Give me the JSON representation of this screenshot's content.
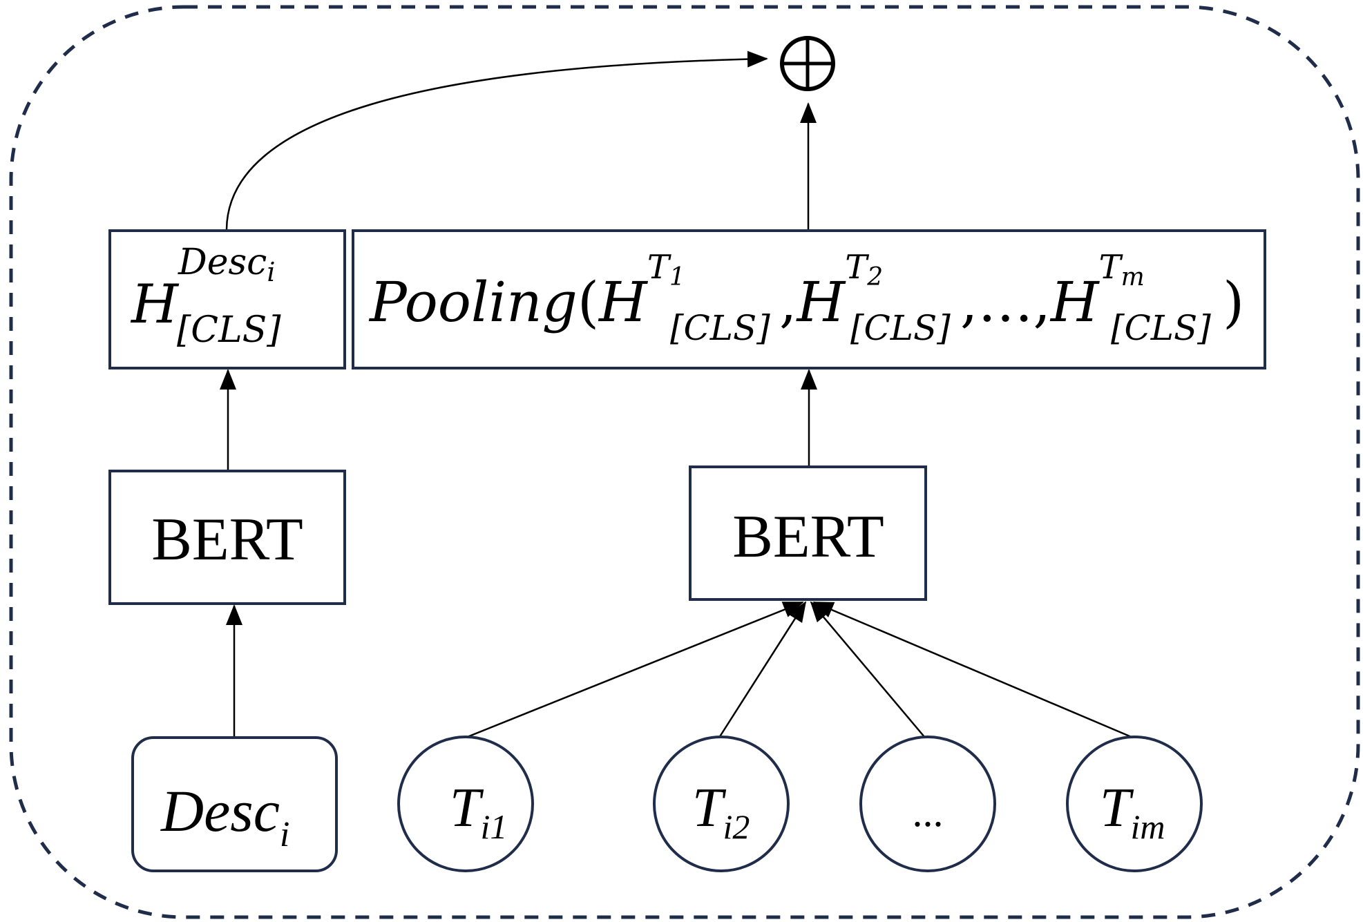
{
  "diagram": {
    "title": "",
    "colors": {
      "border": "#1f2d4a",
      "edge": "#000000",
      "background": "#ffffff"
    },
    "container": {
      "style": "dashed-rounded"
    },
    "combine_node": {
      "symbol": "⊕",
      "meaning": "concatenation"
    },
    "left_branch": {
      "input": {
        "base": "Desc",
        "sub": "i"
      },
      "encoder": {
        "label": "BERT"
      },
      "output": {
        "base": "H",
        "sup": "Desc",
        "sup_sub": "i",
        "sub": "[CLS]"
      }
    },
    "right_branch": {
      "inputs": [
        {
          "base": "T",
          "sub": "i1"
        },
        {
          "base": "T",
          "sub": "i2"
        },
        {
          "base": "",
          "sub": "",
          "text": "..."
        },
        {
          "base": "T",
          "sub": "im"
        }
      ],
      "encoder": {
        "label": "BERT"
      },
      "output": {
        "func": "Pooling",
        "open": "(",
        "close": ")",
        "sep": ",",
        "ellipsis": "…",
        "terms": [
          {
            "base": "H",
            "sup": "T",
            "sup_sub": "1",
            "sub": "[CLS]"
          },
          {
            "base": "H",
            "sup": "T",
            "sup_sub": "2",
            "sub": "[CLS]"
          },
          {
            "base": "H",
            "sup": "T",
            "sup_sub": "m",
            "sub": "[CLS]"
          }
        ]
      }
    },
    "edges": [
      {
        "from": "desc-input",
        "to": "left-bert"
      },
      {
        "from": "left-bert",
        "to": "desc-cls-box"
      },
      {
        "from": "desc-cls-box",
        "to": "combine-node",
        "curve": true
      },
      {
        "from": "t-i1",
        "to": "right-bert"
      },
      {
        "from": "t-i2",
        "to": "right-bert"
      },
      {
        "from": "t-ellipsis",
        "to": "right-bert"
      },
      {
        "from": "t-im",
        "to": "right-bert"
      },
      {
        "from": "right-bert",
        "to": "pooling-box"
      },
      {
        "from": "pooling-box",
        "to": "combine-node"
      }
    ]
  }
}
